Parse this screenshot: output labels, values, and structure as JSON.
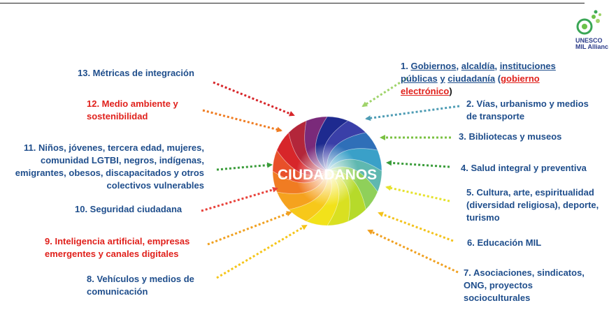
{
  "center": {
    "label": "CIUDADANOS"
  },
  "logo": {
    "line1": "UNESCO",
    "line2": "MIL Allianc"
  },
  "items": {
    "i1": {
      "num": "1.",
      "w1": "Gobiernos",
      "t1": ",",
      "w2": "alcaldía",
      "t2": ",",
      "w3": "instituciones",
      "w4": "públicas",
      "t4": " ",
      "w5": "y",
      "t5": " ",
      "w6": "ciudadanía",
      "t6": " (",
      "w7": "gobierno",
      "w8": "electrónico",
      "t8": ")"
    },
    "i2": {
      "l1": "2. Vías, urbanismo y medios",
      "l2": "de transporte"
    },
    "i3": {
      "l1": "3. Bibliotecas y museos"
    },
    "i4": {
      "l1": "4. Salud integral y preventiva"
    },
    "i5": {
      "l1": "5. Cultura, arte, espiritualidad",
      "l2": "(diversidad religiosa), deporte,",
      "l3": "turismo"
    },
    "i6": {
      "l1": "6. Educación MIL"
    },
    "i7": {
      "l1": "7. Asociaciones, sindicatos,",
      "l2": "ONG, proyectos",
      "l3": "socioculturales"
    },
    "i8": {
      "l1": "8. Vehículos y medios de",
      "l2": "comunicación"
    },
    "i9": {
      "l1": "9. Inteligencia artificial, empresas",
      "l2": "emergentes y canales digitales"
    },
    "i10": {
      "l1": "10. Seguridad ciudadana"
    },
    "i11": {
      "l1": "11. Niños, jóvenes, tercera edad, mujeres,",
      "l2": "comunidad LGTBI, negros, indígenas,",
      "l3": "emigrantes, obesos, discapacitados y otros",
      "l4": "colectivos vulnerables"
    },
    "i12": {
      "l1": "12. Medio ambiente y",
      "l2": "sostenibilidad"
    },
    "i13": {
      "l1": "13. Métricas de integración"
    }
  },
  "colors": {
    "blue_text": "#1f4e8c",
    "red_text": "#e0211c"
  }
}
